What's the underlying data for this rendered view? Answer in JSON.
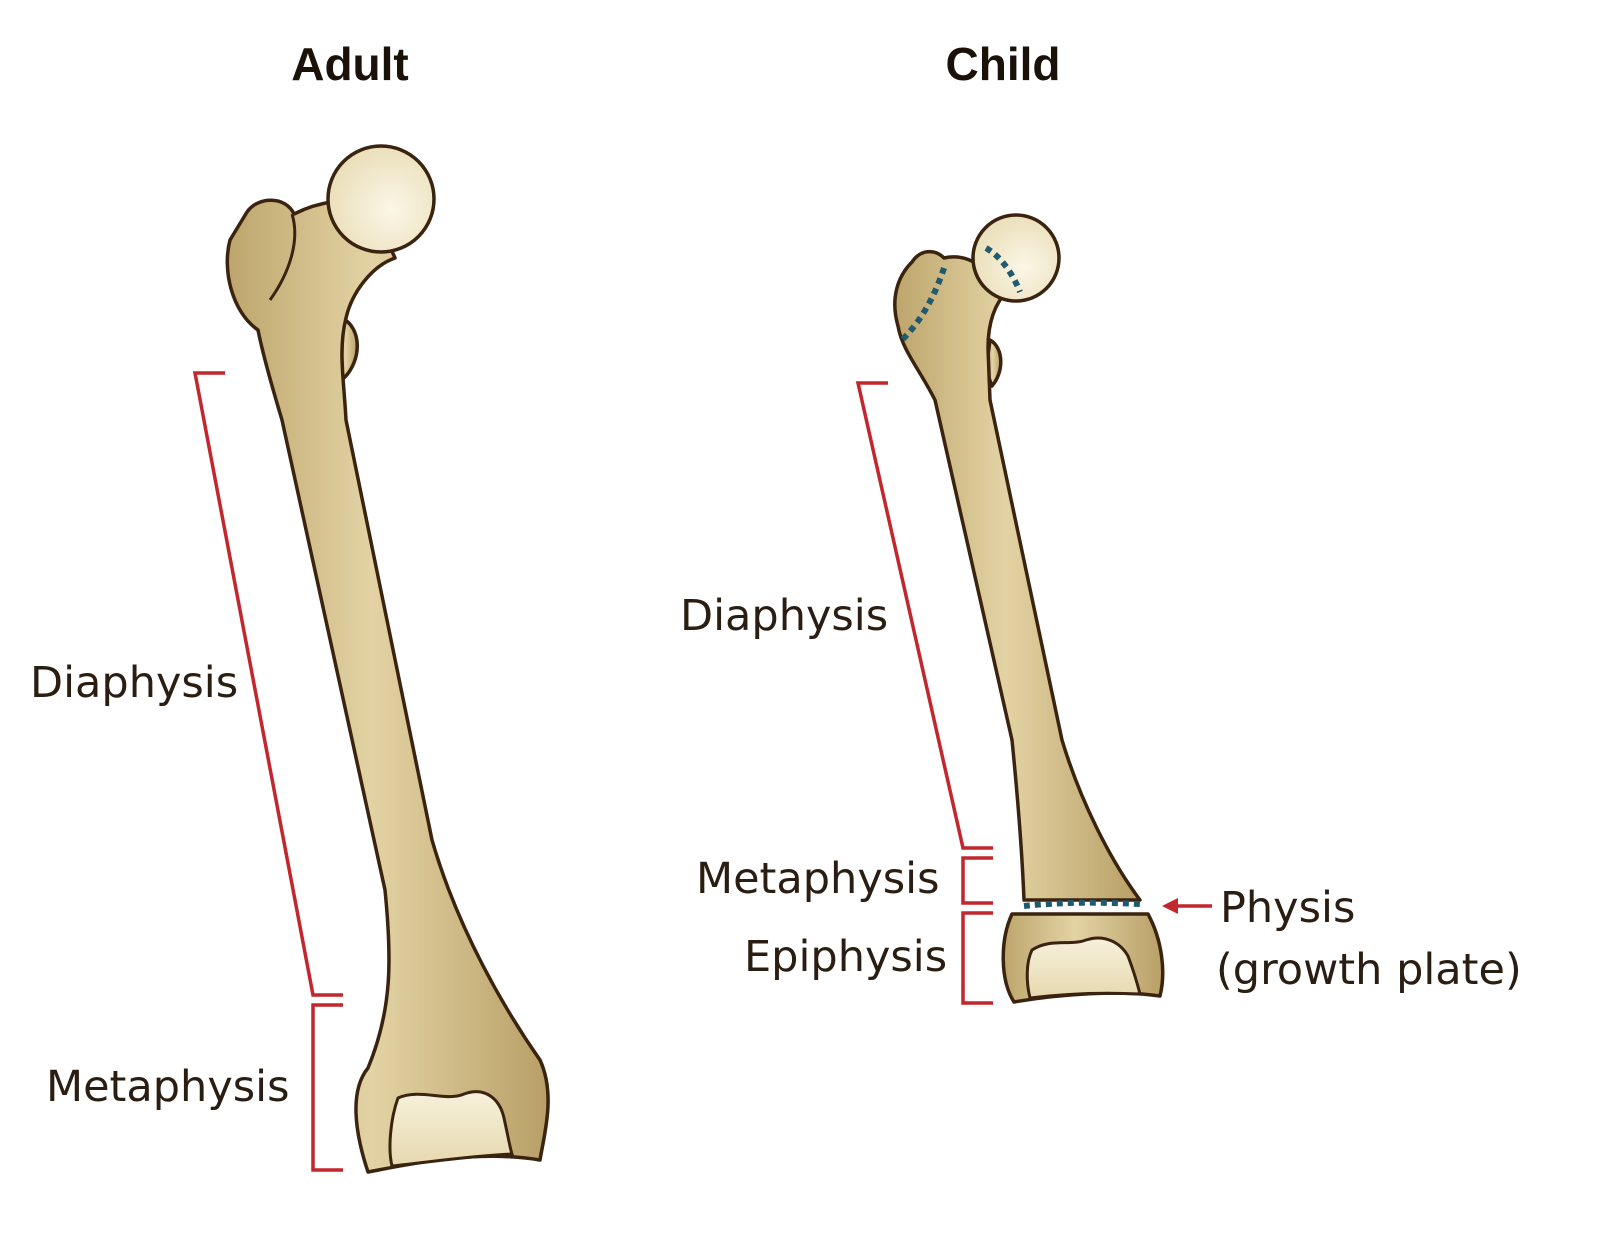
{
  "adult": {
    "title": "Adult",
    "labels": {
      "diaphysis": "Diaphysis",
      "metaphysis": "Metaphysis"
    }
  },
  "child": {
    "title": "Child",
    "labels": {
      "diaphysis": "Diaphysis",
      "metaphysis": "Metaphysis",
      "epiphysis": "Epiphysis",
      "physis_line1": "Physis",
      "physis_line2": "(growth plate)"
    }
  },
  "colors": {
    "bone": "#c9b27a",
    "bone_outline": "#3a230f",
    "cartilage": "#f3ecd4",
    "bracket": "#c1272d",
    "physis": "#1f5a6e"
  }
}
